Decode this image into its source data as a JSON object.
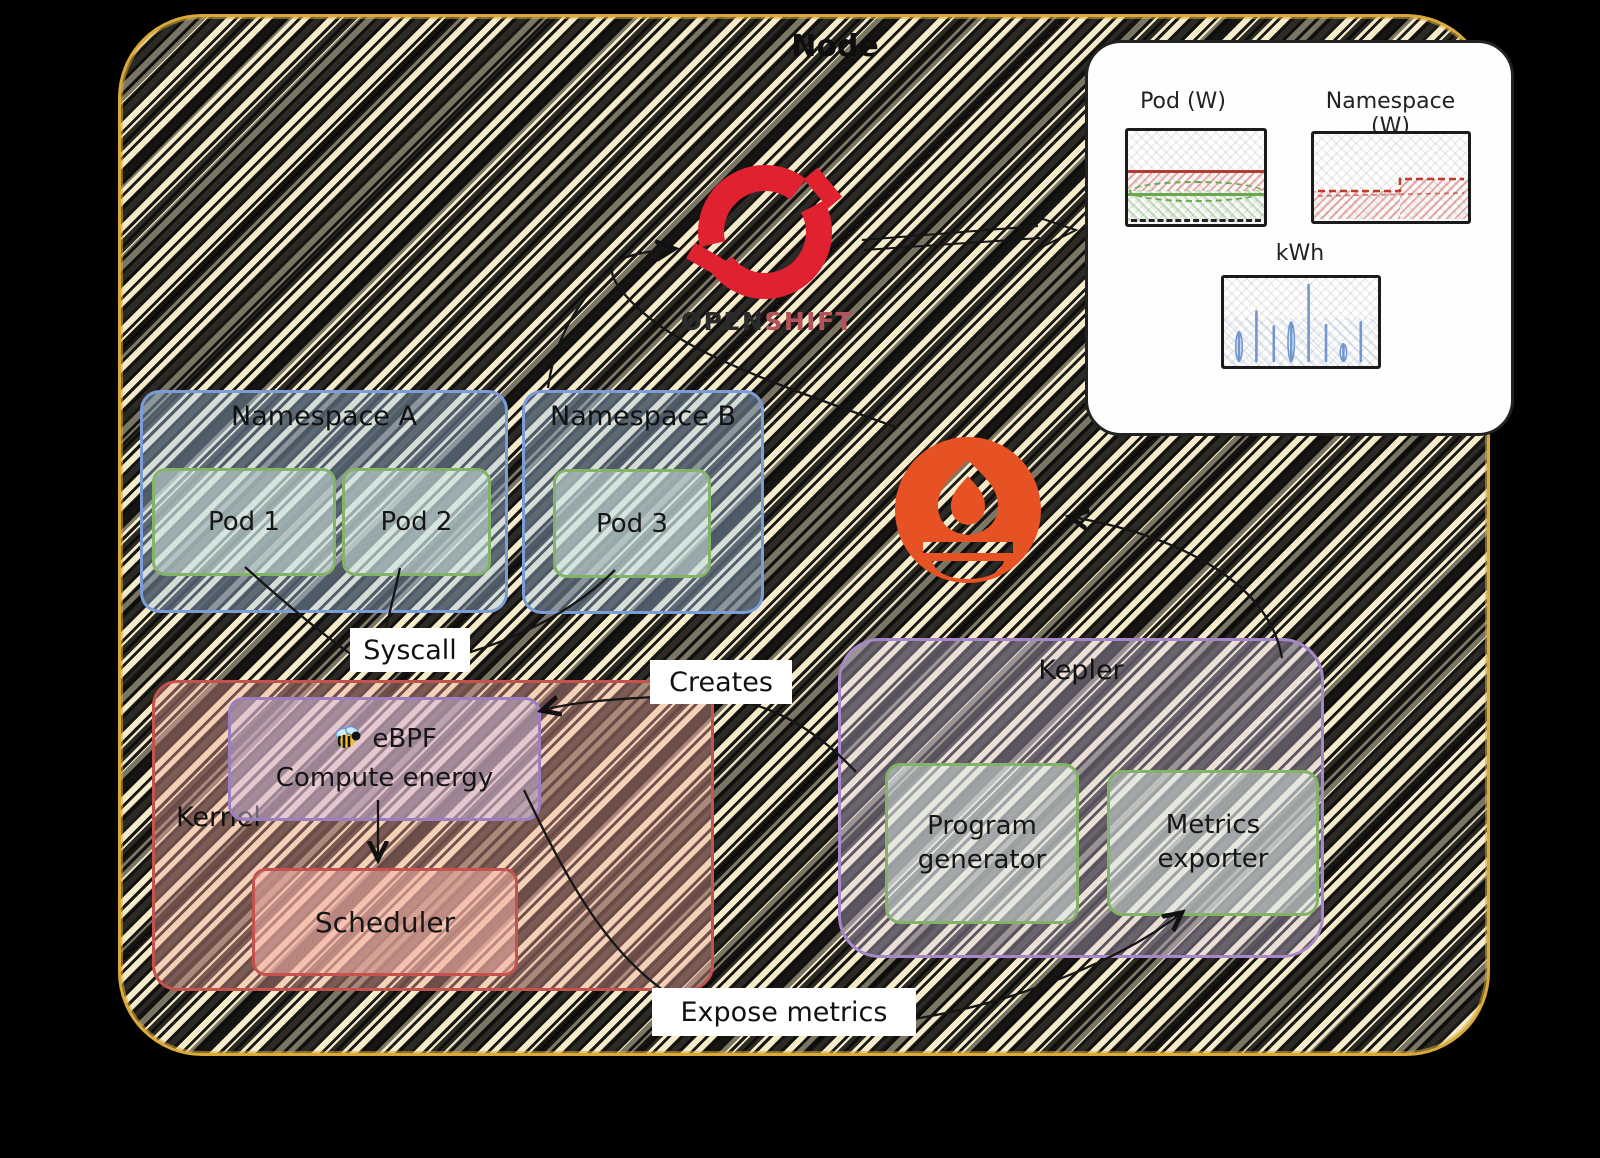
{
  "node": {
    "title": "Node"
  },
  "openshift": {
    "wordmark_open": "OPEN",
    "wordmark_shift": "SHIFT"
  },
  "dashboard": {
    "pod_title": "Pod (W)",
    "namespace_title": "Namespace (W)",
    "kwh_title": "kWh"
  },
  "chart_data": [
    {
      "type": "line",
      "title": "Pod (W)",
      "series": [
        {
          "name": "pod-power-red",
          "values": [
            0.58,
            0.58,
            0.58,
            0.58
          ]
        },
        {
          "name": "pod-power-green",
          "values": [
            0.34,
            0.34,
            0.34,
            0.34
          ]
        }
      ],
      "xlabel": "",
      "ylabel": "",
      "grid": "crosshatch"
    },
    {
      "type": "line",
      "title": "Namespace (W)",
      "series": [
        {
          "name": "namespace-power-red-dashed",
          "values": [
            0.34,
            0.34,
            0.34,
            0.34,
            0.48,
            0.48,
            0.48
          ]
        }
      ],
      "xlabel": "",
      "ylabel": "",
      "grid": "crosshatch"
    },
    {
      "type": "spike",
      "title": "kWh",
      "values": [
        0.36,
        0.62,
        0.43,
        0.48,
        0.95,
        0.45,
        0.21,
        0.48
      ],
      "color": "#7296cf"
    }
  ],
  "namespace_a": {
    "title": "Namespace A",
    "pod1": "Pod 1",
    "pod2": "Pod 2"
  },
  "namespace_b": {
    "title": "Namespace B",
    "pod3": "Pod 3"
  },
  "kernel": {
    "label": "Kernel",
    "ebpf_title": "eBPF",
    "ebpf_subtitle": "Compute energy",
    "scheduler": "Scheduler"
  },
  "kepler": {
    "title": "Kepler",
    "program_generator": "Program generator",
    "metrics_exporter": "Metrics exporter"
  },
  "labels": {
    "syscall": "Syscall",
    "creates": "Creates",
    "expose_metrics": "Expose metrics"
  },
  "colors": {
    "node_border": "#d9a93c",
    "namespace_blue": "#7b9cd4",
    "pod_green": "#82b366",
    "kernel_red": "#c4534d",
    "ebpf_purple": "#9b7fc0",
    "kepler_purple": "#a688c8",
    "openshift_red": "#e0212f",
    "prometheus_orange": "#e75225",
    "chart_red": "#b23b35",
    "chart_green": "#6aa84f",
    "chart_blue": "#7296cf"
  }
}
